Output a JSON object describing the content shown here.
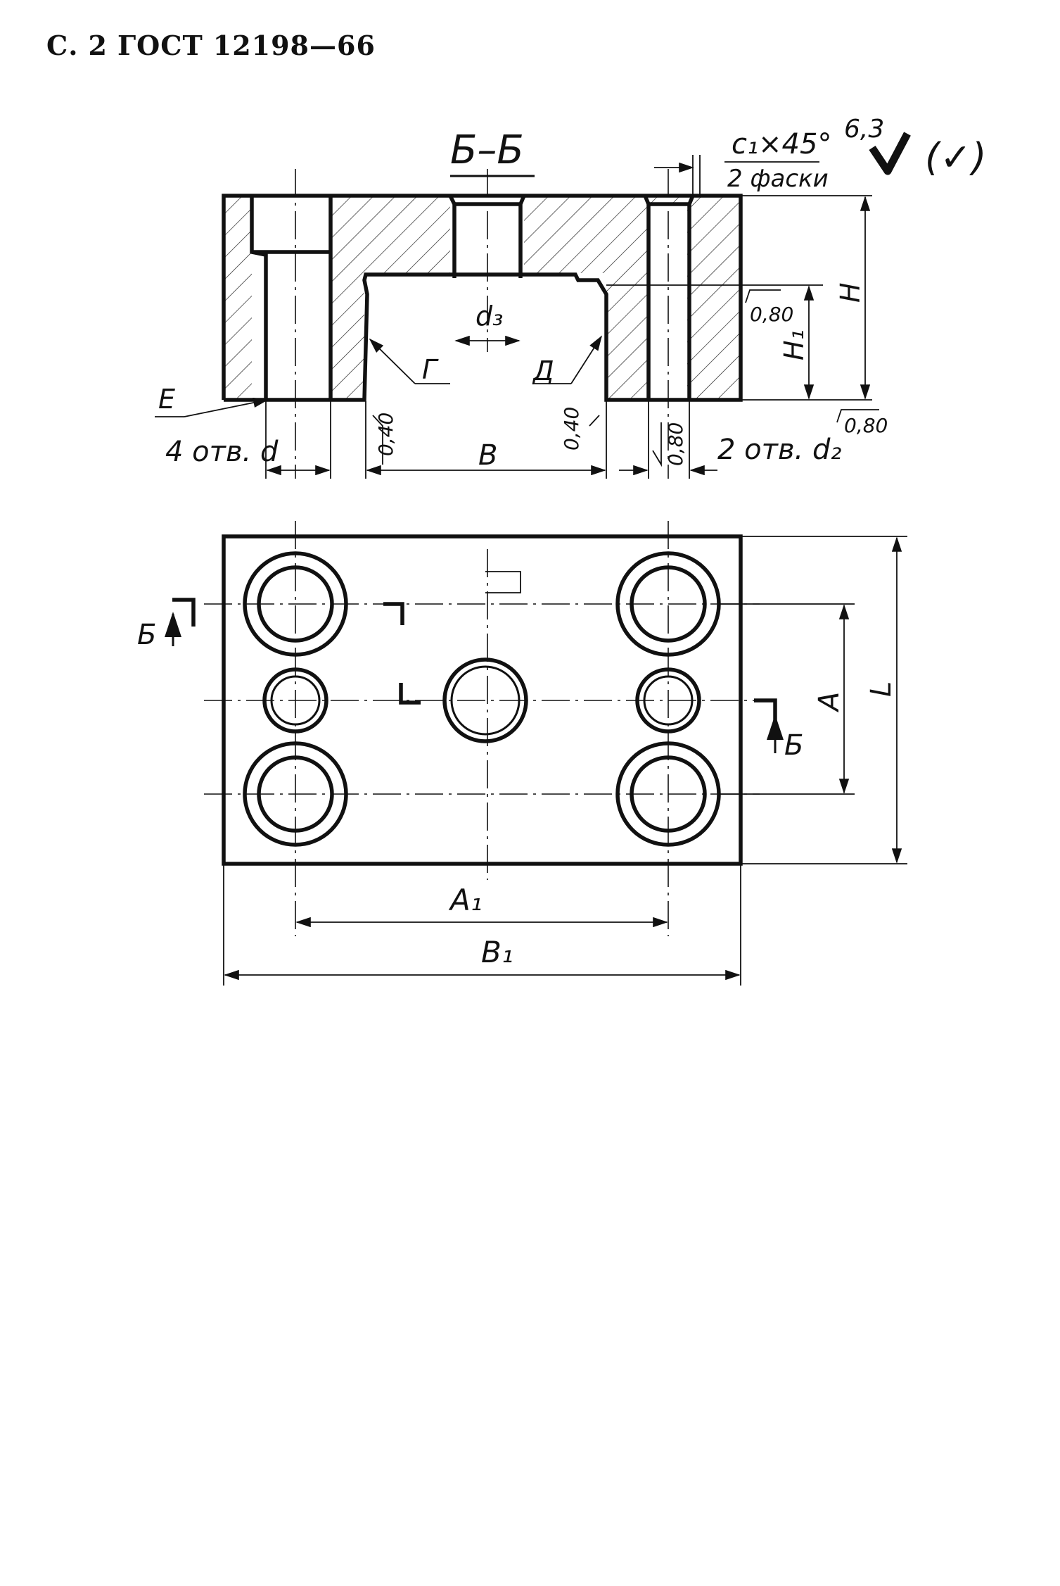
{
  "header": {
    "prefix": "С.",
    "page": "2",
    "standard": "ГОСТ",
    "number": "12198—66"
  },
  "section_title": "Б–Б",
  "roughness_general": {
    "value": "6,3",
    "note": "(✓)"
  },
  "chamfer": {
    "size": "c₁×45°",
    "note": "2 фаски"
  },
  "labels": {
    "H": "H",
    "H1": "H₁",
    "d3": "d₃",
    "G": "Г",
    "D": "Д",
    "E": "E",
    "holes_d": "4 отв. d",
    "holes_d2": "2 отв. d₂",
    "B": "B",
    "A": "A",
    "L": "L",
    "A1": "A₁",
    "B1": "B₁",
    "section_mark": "Б"
  },
  "roughness": {
    "r080": "0,80",
    "r040": "0,40"
  }
}
